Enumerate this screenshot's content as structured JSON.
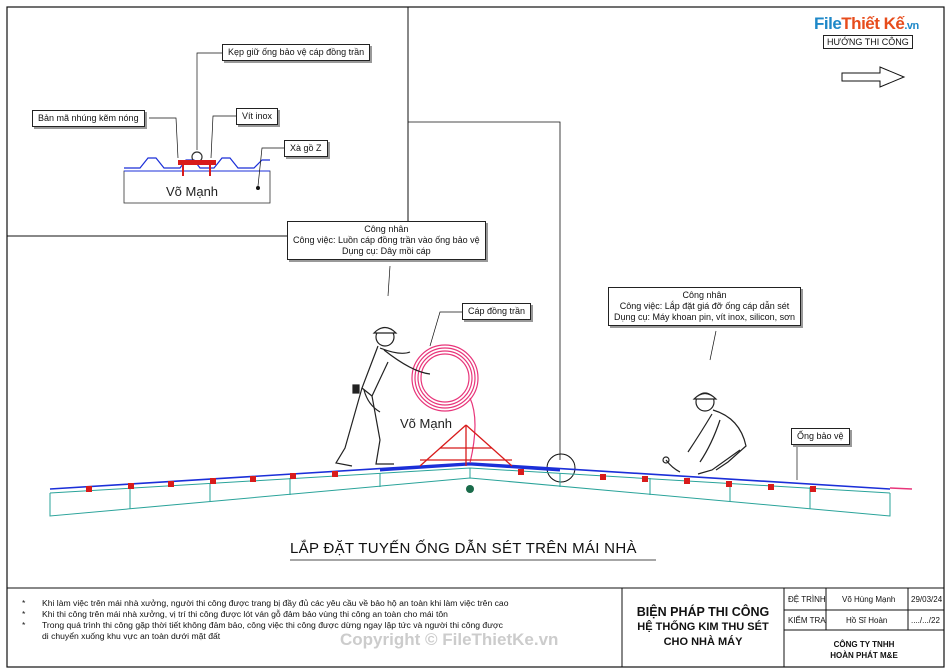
{
  "brand": {
    "file": "File",
    "thiet": "Thiết Kế",
    "vn": ".vn"
  },
  "direction_label": "HƯỚNG THI CÔNG",
  "callouts": {
    "kep_giu": "Kẹp giữ ống bảo vệ cáp đồng trần",
    "ban_ma": "Bản mã nhúng kẽm nóng",
    "vit_inox": "Vít inox",
    "xa_go": "Xà gồ Z",
    "cap_dong_tran": "Cáp đồng trần",
    "ong_bao_ve": "Ống bảo vệ"
  },
  "worker1": {
    "title": "Công nhân",
    "job": "Công việc: Luồn cáp đồng trần vào ống bảo vệ",
    "tool": "Dụng cụ: Dây mồi cáp"
  },
  "worker2": {
    "title": "Công nhân",
    "job": "Công việc: Lắp đặt giá đỡ ống cáp dẫn sét",
    "tool": "Dụng cụ: Máy khoan pin, vít inox, silicon, sơn"
  },
  "stamp": "Võ Mạnh",
  "main_title": "LẮP ĐẶT TUYẾN ỐNG DẪN SÉT TRÊN MÁI NHÀ",
  "notes": [
    "Khi làm việc trên mái nhà xưởng, người thi công được trang bị đầy đủ các yêu cầu về bảo hộ an toàn khi làm việc trên cao",
    "Khi thi công trên mái nhà xưởng, vị trí thi công được lót ván gỗ đảm bảo vùng thi công an toàn cho mái tôn",
    "Trong quá trình thi công gặp thời tiết không đảm bảo, công việc thi công được dừng ngay lập tức và người thi công được",
    "di chuyển xuống khu vực an toàn dưới mặt đất"
  ],
  "title_block": {
    "line1": "BIỆN PHÁP THI CÔNG",
    "line2": "HỆ THỐNG KIM THU SÉT",
    "line3": "CHO NHÀ MÁY",
    "de_trinh_label": "ĐỆ TRÌNH",
    "de_trinh_name": "Võ Hùng Mạnh",
    "de_trinh_date": "29/03/24",
    "kiem_tra_label": "KIỂM TRA",
    "kiem_tra_name": "Hồ Sĩ Hoàn",
    "kiem_tra_date": "..../.../22",
    "company1": "CÔNG TY TNHH",
    "company2": "HOÀN PHÁT M&E"
  },
  "copyright": "Copyright © FileThietKe.vn",
  "colors": {
    "pipe": "#1b2fd8",
    "cable": "#e8357a",
    "frame": "#2aa39a",
    "bracket": "#d81b1b"
  }
}
